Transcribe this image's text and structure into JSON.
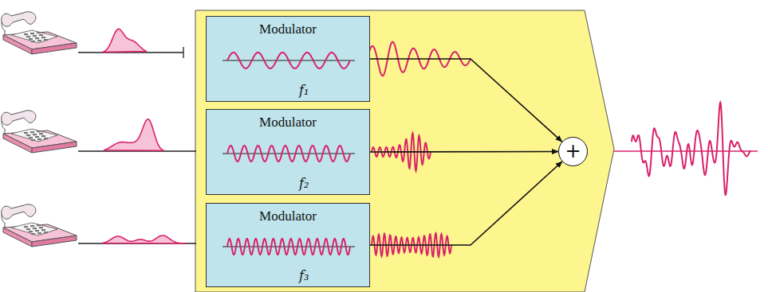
{
  "diagram": {
    "nodes": [
      {
        "text": [
          "Modulator",
          "f₁"
        ]
      },
      {
        "text": [
          "Modulator",
          "f₂"
        ]
      },
      {
        "text": [
          "Modulator",
          "f₃"
        ]
      },
      {
        "text": [
          "+"
        ]
      }
    ],
    "edges": [
      {
        "from": 0,
        "to": 3,
        "arrow": "to"
      },
      {
        "from": 1,
        "to": 3,
        "arrow": "to"
      },
      {
        "from": 2,
        "to": 3,
        "arrow": "to"
      }
    ]
  }
}
